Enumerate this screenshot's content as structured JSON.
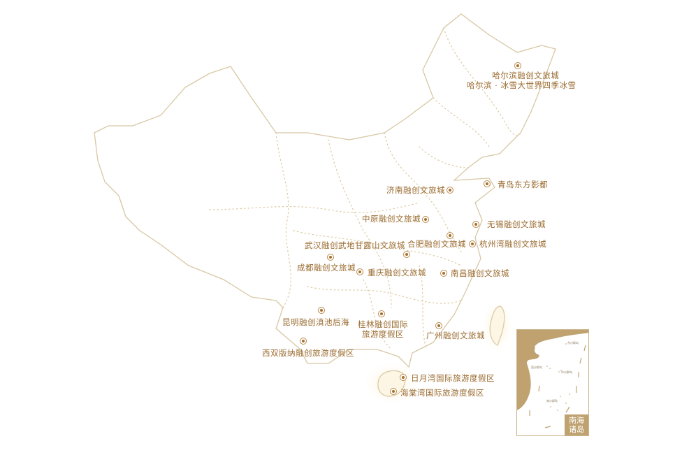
{
  "colors": {
    "border": "#d8c7a4",
    "accent": "#9a6a2e",
    "inset_fill": "#bfa270"
  },
  "markers": [
    {
      "id": "harbin",
      "lines": [
        "哈尔滨融创文旅城",
        "哈尔滨 · 冰雪大世界四季冰雪"
      ]
    },
    {
      "id": "qingdao",
      "lines": [
        "青岛东方影都"
      ]
    },
    {
      "id": "jinan",
      "lines": [
        "济南融创文旅城"
      ]
    },
    {
      "id": "zhongyuan",
      "lines": [
        "中原融创文旅城"
      ]
    },
    {
      "id": "wuxi",
      "lines": [
        "无锡融创文旅城"
      ]
    },
    {
      "id": "hefei",
      "lines": [
        "合肥融创文旅城"
      ]
    },
    {
      "id": "hangzhou",
      "lines": [
        "杭州湾融创文旅城"
      ]
    },
    {
      "id": "wuhan",
      "lines": [
        "武汉融创武地甘露山文旅城"
      ]
    },
    {
      "id": "chengdu",
      "lines": [
        "成都融创文旅城"
      ]
    },
    {
      "id": "chongqing",
      "lines": [
        "重庆融创文旅城"
      ]
    },
    {
      "id": "nanchang",
      "lines": [
        "南昌融创文旅城"
      ]
    },
    {
      "id": "kunming",
      "lines": [
        "昆明融创滇池后海"
      ]
    },
    {
      "id": "guilin",
      "lines": [
        "桂林融创国际",
        "旅游度假区"
      ]
    },
    {
      "id": "guangzhou",
      "lines": [
        "广州融创文旅城"
      ]
    },
    {
      "id": "xishuangbanna",
      "lines": [
        "西双版纳融创旅游度假区"
      ]
    },
    {
      "id": "riyuewan",
      "lines": [
        "日月湾国际旅游度假区"
      ]
    },
    {
      "id": "haitangwan",
      "lines": [
        "海棠湾国际旅游度假区"
      ]
    }
  ],
  "inset": {
    "title_line1": "南海",
    "title_line2": "诸岛",
    "islands": [
      "东沙群岛",
      "西沙群岛",
      "中沙群岛",
      "南沙群岛"
    ]
  }
}
